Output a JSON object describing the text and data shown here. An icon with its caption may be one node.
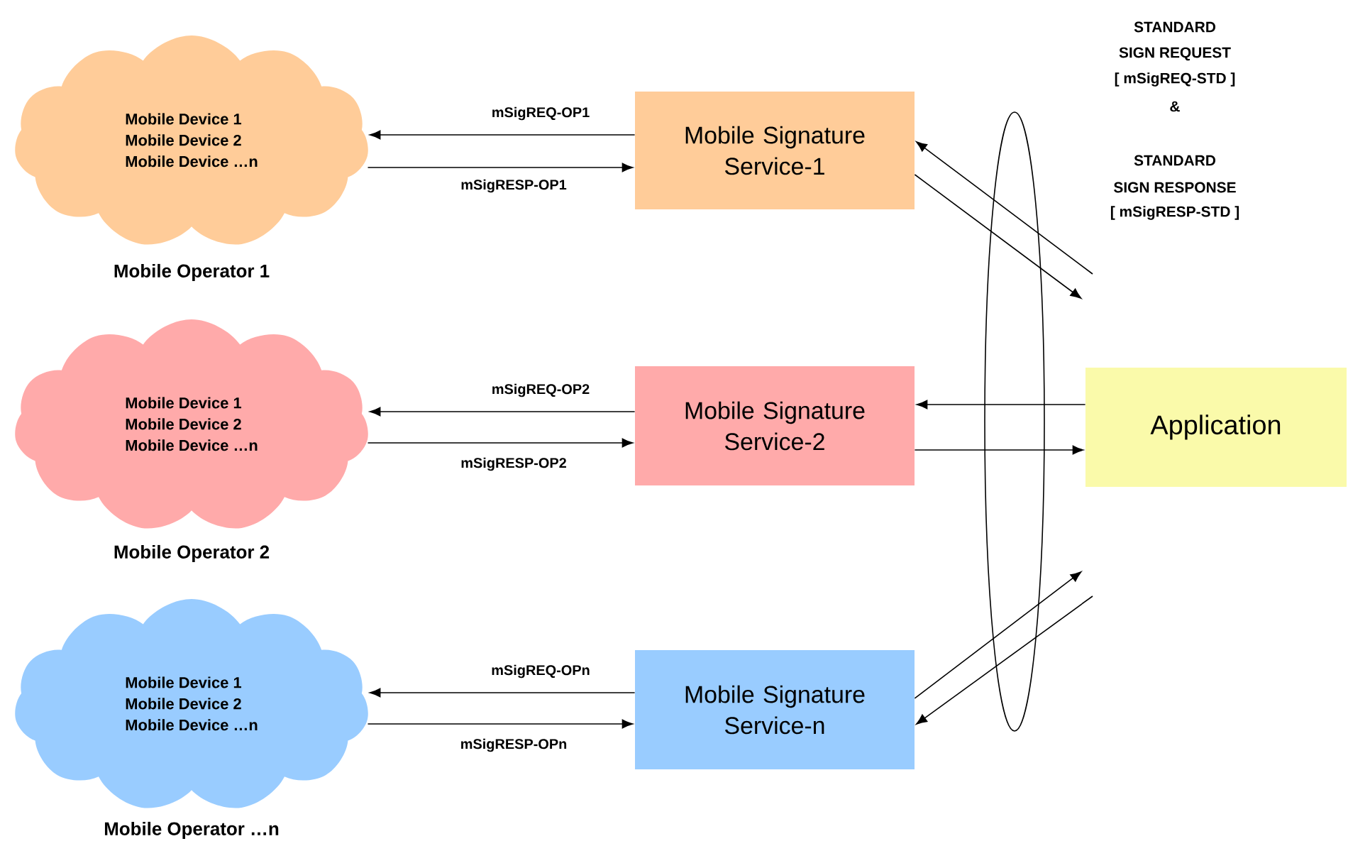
{
  "diagram": {
    "nodes": [
      {
        "text": [
          "Mobile Device 1",
          "Mobile Device 2",
          "Mobile Device …n",
          "Mobile Operator 1"
        ]
      },
      {
        "text": [
          "Mobile Signature Service-1"
        ]
      },
      {
        "text": [
          "Mobile Device 1",
          "Mobile Device 2",
          "Mobile Device …n",
          "Mobile Operator 2"
        ]
      },
      {
        "text": [
          "Mobile Signature Service-2"
        ]
      },
      {
        "text": [
          "Mobile Device 1",
          "Mobile Device 2",
          "Mobile Device …n",
          "Mobile Operator …n"
        ]
      },
      {
        "text": [
          "Mobile Signature Service-n"
        ]
      },
      {
        "text": [
          "Application"
        ]
      }
    ],
    "edges": [
      {
        "from": 1,
        "to": 0,
        "arrow": "to",
        "label": "mSigREQ-OP1"
      },
      {
        "from": 0,
        "to": 1,
        "arrow": "to",
        "label": "mSigRESP-OP1"
      },
      {
        "from": 3,
        "to": 2,
        "arrow": "to",
        "label": "mSigREQ-OP2"
      },
      {
        "from": 2,
        "to": 3,
        "arrow": "to",
        "label": "mSigRESP-OP2"
      },
      {
        "from": 5,
        "to": 4,
        "arrow": "to",
        "label": "mSigREQ-OPn"
      },
      {
        "from": 4,
        "to": 5,
        "arrow": "to",
        "label": "mSigRESP-OPn"
      },
      {
        "from": null,
        "to": 1,
        "arrow": "to"
      },
      {
        "from": 1,
        "to": null,
        "arrow": "to"
      },
      {
        "from": 6,
        "to": 3,
        "arrow": "to"
      },
      {
        "from": 3,
        "to": 6,
        "arrow": "to"
      },
      {
        "from": 5,
        "to": null,
        "arrow": "to"
      },
      {
        "from": null,
        "to": 5,
        "arrow": "to"
      }
    ],
    "labels": [
      "STANDARD",
      "SIGN REQUEST",
      "[ mSigREQ-STD ]",
      "&",
      "STANDARD",
      "SIGN RESPONSE",
      "[ mSigRESP-STD ]"
    ]
  }
}
